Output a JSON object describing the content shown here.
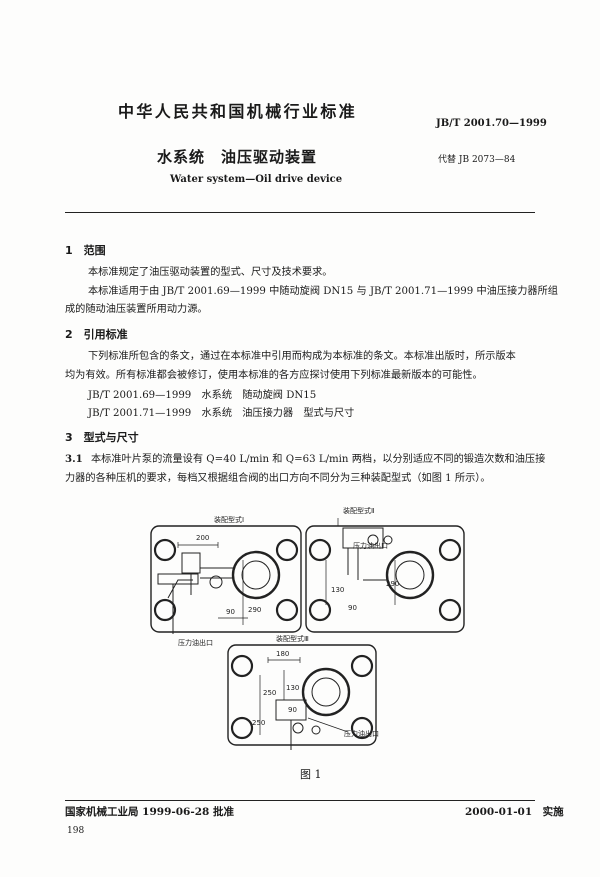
{
  "header": {
    "org_title": "中华人民共和国机械行业标准",
    "standard_number": "JB/T 2001.70—1999",
    "title_cn": "水系统　油压驱动装置",
    "replaces": "代替 JB 2073—84",
    "title_en": "Water system—Oil drive device"
  },
  "sections": {
    "s1": {
      "heading": "1　范围",
      "p1": "本标准规定了油压驱动装置的型式、尺寸及技术要求。",
      "p2a": "本标准适用于由 JB/T 2001.69—1999 中随动旋阀 DN15 与 JB/T 2001.71—1999 中油压接力器所组",
      "p2b": "成的随动油压装置所用动力源。"
    },
    "s2": {
      "heading": "2　引用标准",
      "p1a": "下列标准所包含的条文，通过在本标准中引用而构成为本标准的条文。本标准出版时，所示版本",
      "p1b": "均为有效。所有标准都会被修订，使用本标准的各方应探讨使用下列标准最新版本的可能性。",
      "ref1": "JB/T 2001.69—1999　水系统　随动旋阀 DN15",
      "ref2": "JB/T 2001.71—1999　水系统　油压接力器　型式与尺寸"
    },
    "s3": {
      "heading": "3　型式与尺寸",
      "p1_num": "3.1",
      "p1a": "本标准叶片泵的流量设有 Q=40 L/min 和 Q=63 L/min 两档，以分别适应不同的锻造次数和油压接",
      "p1b": "力器的各种压机的要求，每档又根据组合阀的出口方向不同分为三种装配型式（如图 1 所示）。"
    }
  },
  "figure": {
    "label_type1": "装配型式Ⅰ",
    "label_type2": "装配型式Ⅱ",
    "label_type3": "装配型式Ⅲ",
    "outlet1": "压力油出口",
    "outlet2": "压力油出口",
    "outlet3": "压力油出口",
    "d200": "200",
    "d290a": "290",
    "d90a": "90",
    "d130": "130",
    "d290b": "290",
    "d90b": "90",
    "d180": "180",
    "d250a": "250",
    "d250b": "250",
    "d130b": "130",
    "d90c": "90",
    "caption": "图 1"
  },
  "footer": {
    "issuer": "国家机械工业局 1999-06-28 批准",
    "implement": "2000-01-01　实施",
    "page": "198"
  }
}
